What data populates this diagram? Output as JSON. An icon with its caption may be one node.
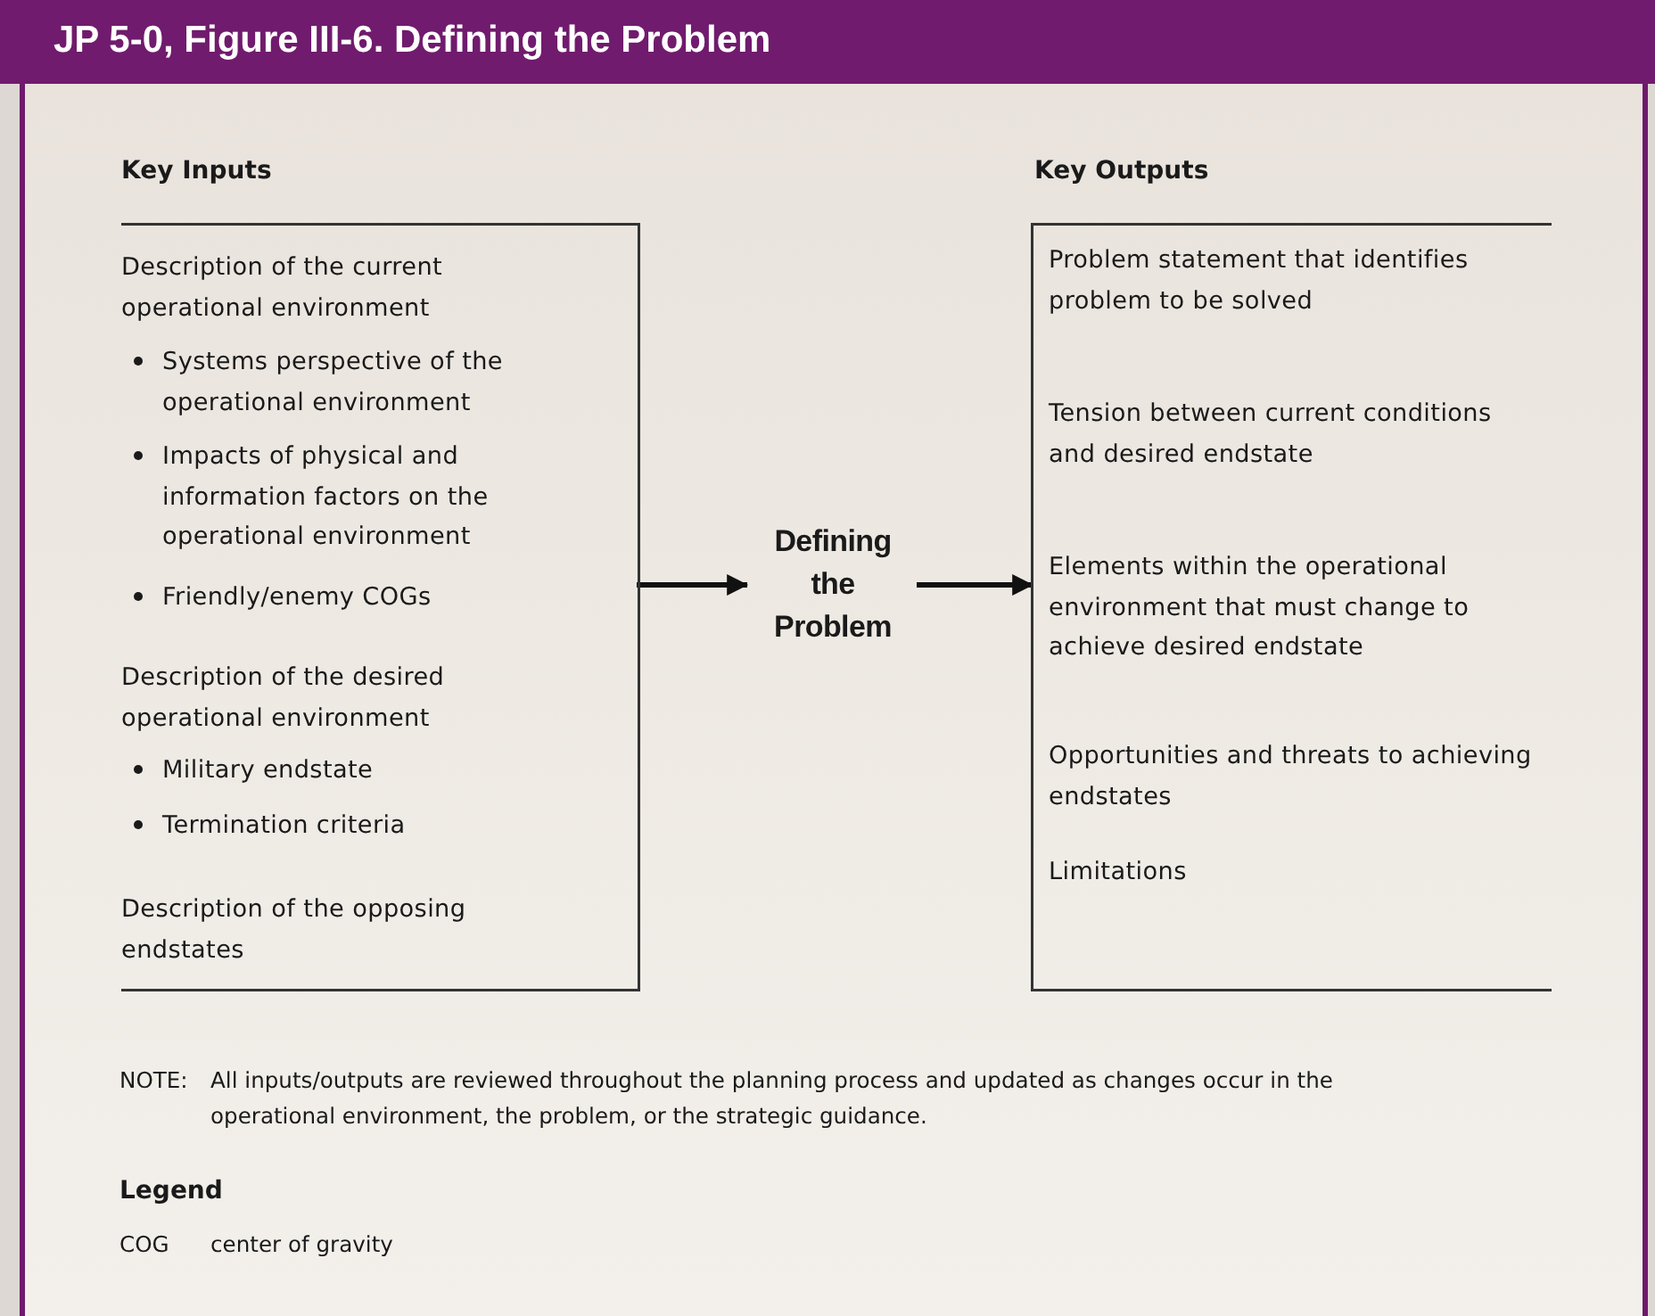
{
  "diagram": {
    "title": "JP 5-0, Figure III-6. Defining the Problem",
    "nodes": [
      {
        "text": [
          "Key Inputs",
          "Description of the current operational environment",
          "Systems perspective of the operational environment",
          "Impacts of physical and information factors on the operational environment",
          "Friendly/enemy COGs",
          "Description of the desired operational environment",
          "Military endstate",
          "Termination criteria",
          "Description of the opposing endstates"
        ]
      },
      {
        "text": [
          "Defining the Problem"
        ]
      },
      {
        "text": [
          "Key Outputs",
          "Problem statement that identifies problem to be solved",
          "Tension between current conditions and desired endstate",
          "Elements within the operational environment that must change to achieve desired endstate",
          "Opportunities and threats to achieving endstates",
          "Limitations"
        ]
      }
    ],
    "edges": [
      {
        "from": 0,
        "to": 1,
        "arrow": "to"
      },
      {
        "from": 1,
        "to": 2,
        "arrow": "to"
      }
    ],
    "labels": [
      "NOTE:",
      "All inputs/outputs are reviewed throughout the planning process and updated as changes occur in the operational environment, the problem, or the strategic guidance.",
      "Legend",
      "COG",
      "center of gravity"
    ]
  }
}
